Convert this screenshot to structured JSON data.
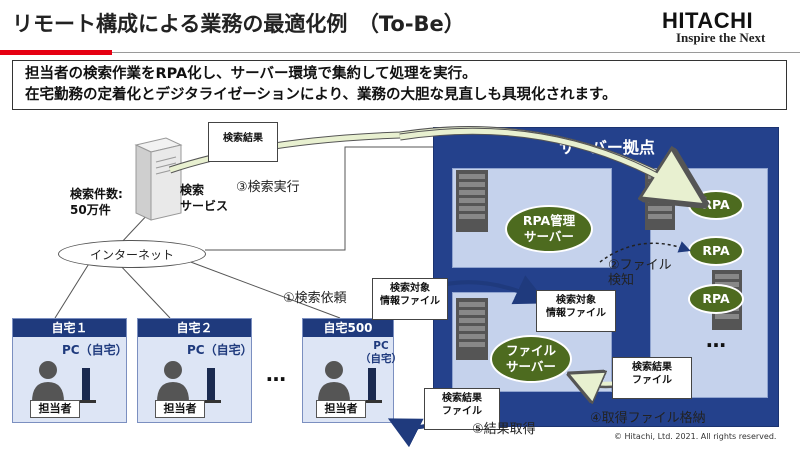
{
  "header": {
    "title": "リモート構成による業務の最適化例　（To-Be）",
    "brand": "HITACHI",
    "tagline": "Inspire the Next"
  },
  "summary": {
    "line1": "担当者の検索作業をRPA化し、サーバー環境で集約して処理を実行。",
    "line2": "在宅勤務の定着化とデジタライゼーションにより、業務の大胆な見直しも具現化されます。"
  },
  "search_service": {
    "label": "検索\nサービス",
    "count_label": "検索件数:\n50万件"
  },
  "internet_label": "インターネット",
  "homes": [
    {
      "title": "自宅１",
      "pc": "PC（自宅）",
      "person": "担当者"
    },
    {
      "title": "自宅２",
      "pc": "PC（自宅）",
      "person": "担当者"
    },
    {
      "title": "自宅500",
      "pc": "PC\n（自宅）",
      "person": "担当者"
    }
  ],
  "ellipsis": "…",
  "server_site": {
    "title": "サーバー拠点",
    "rpa_manager": "RPA管理\nサーバー",
    "file_server": "ファイル\nサーバー",
    "rpa_nodes": [
      "RPA",
      "RPA",
      "RPA"
    ],
    "more": "…"
  },
  "documents": {
    "search_result_top": "検索結果",
    "search_target_left": "検索対象\n情報ファイル",
    "search_target_mid": "検索対象\n情報ファイル",
    "search_result_right": "検索結果\nファイル",
    "search_result_bottom": "検索結果\nファイル"
  },
  "steps": {
    "s1": "①検索依頼",
    "s2": "②ファイル\n検知",
    "s3": "③検索実行",
    "s4": "④取得ファイル格納",
    "s5": "⑤結果取得"
  },
  "copyright": "© Hitachi, Ltd. 2021. All rights reserved.",
  "colors": {
    "accent_red": "#e60012",
    "server_blue": "#24418c",
    "panel_blue": "#c5d2ec",
    "green": "#4d6b1f",
    "arrow_fill": "#e8f0d0",
    "dark_arrow": "#1f3a7d"
  }
}
